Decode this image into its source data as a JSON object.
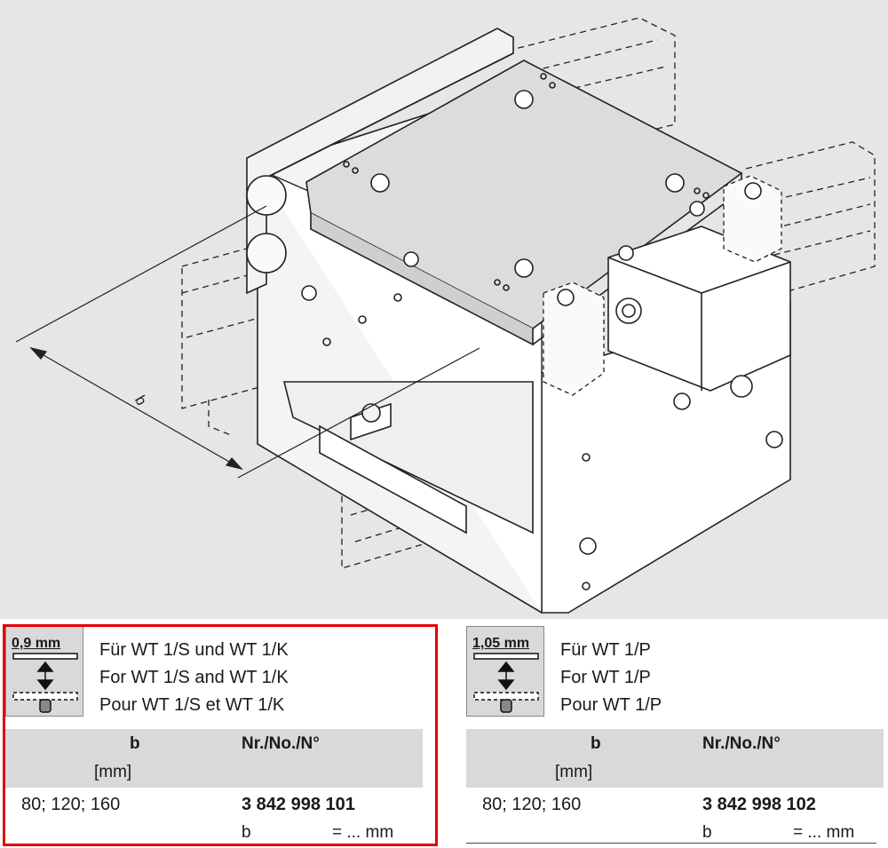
{
  "drawing": {
    "dimension_label": "b"
  },
  "panels": [
    {
      "thickness": "0,9 mm",
      "desc": [
        "Für WT 1/S und WT 1/K",
        "For WT 1/S and WT 1/K",
        "Pour WT 1/S et WT 1/K"
      ],
      "col_b": "b",
      "col_unit": "[mm]",
      "col_nr": "Nr./No./N°",
      "value": "80; 120; 160",
      "number": "3 842 998 101",
      "b_label": "b",
      "b_eq": "= ... mm"
    },
    {
      "thickness": "1,05 mm",
      "desc": [
        "Für WT 1/P",
        "For WT 1/P",
        "Pour WT 1/P"
      ],
      "col_b": "b",
      "col_unit": "[mm]",
      "col_nr": "Nr./No./N°",
      "value": "80; 120; 160",
      "number": "3 842 998 102",
      "b_label": "b",
      "b_eq": "= ... mm"
    }
  ],
  "colors": {
    "highlight": "#e00000",
    "drawing_bg": "#e6e6e6",
    "header_bg": "#d9d9d9"
  }
}
